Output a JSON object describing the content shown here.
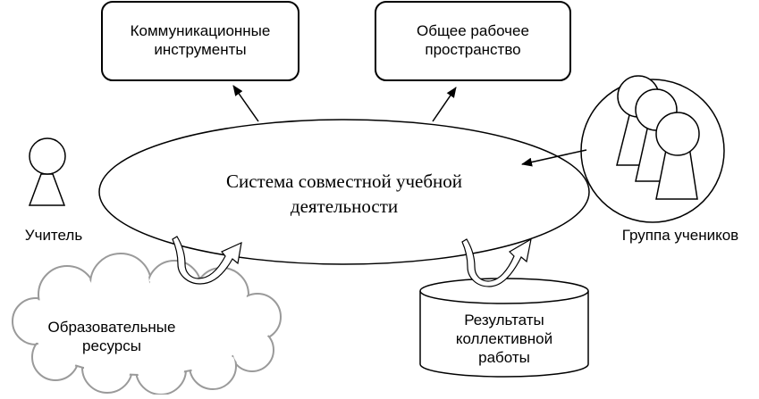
{
  "boxes": {
    "communication": "Коммуникационные инструменты",
    "workspace": "Общее рабочее пространство"
  },
  "center": {
    "label": "Система совместной учебной деятельности"
  },
  "actors": {
    "teacher": "Учитель",
    "students": "Группа учеников"
  },
  "resources": {
    "label": "Образовательные ресурсы"
  },
  "results": {
    "label": "Результаты коллективной работы"
  }
}
